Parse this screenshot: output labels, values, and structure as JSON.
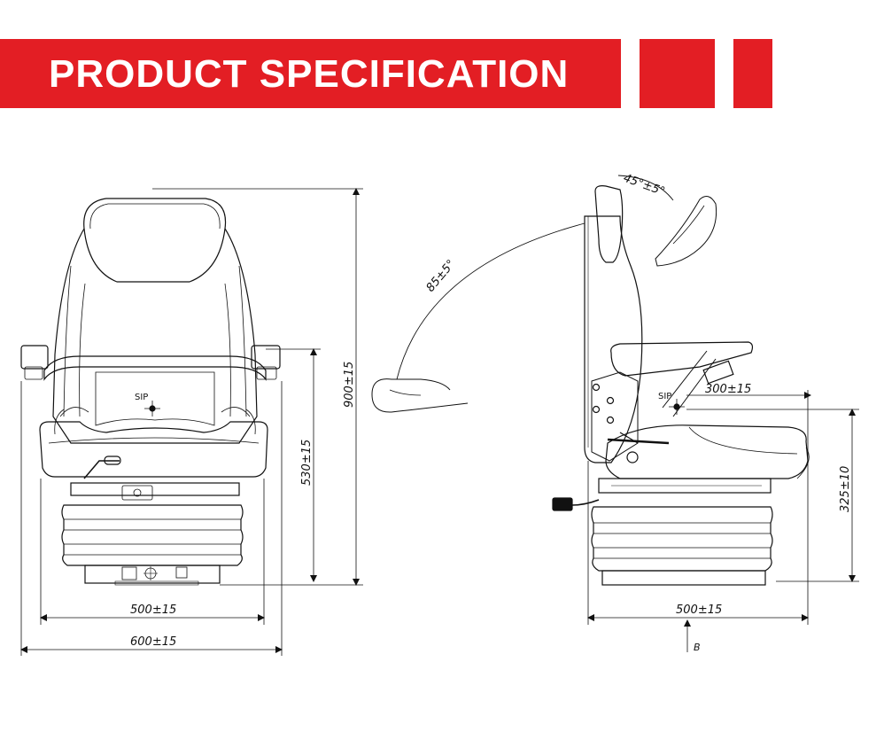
{
  "header": {
    "title": "PRODUCT SPECIFICATION",
    "accent_color": "#e31e24"
  },
  "front_view": {
    "sip_label": "SIP",
    "dims": {
      "total_height": "900±15",
      "armrest_height": "530±15",
      "base_width": "500±15",
      "overall_width": "600±15"
    }
  },
  "side_view": {
    "sip_label": "SIP",
    "dims": {
      "backrest_recline": "85±5°",
      "headrest_tilt": "45°±5°",
      "sip_horizontal": "300±15",
      "seat_height": "325±10",
      "base_depth": "500±15"
    },
    "view_marker": "B"
  }
}
